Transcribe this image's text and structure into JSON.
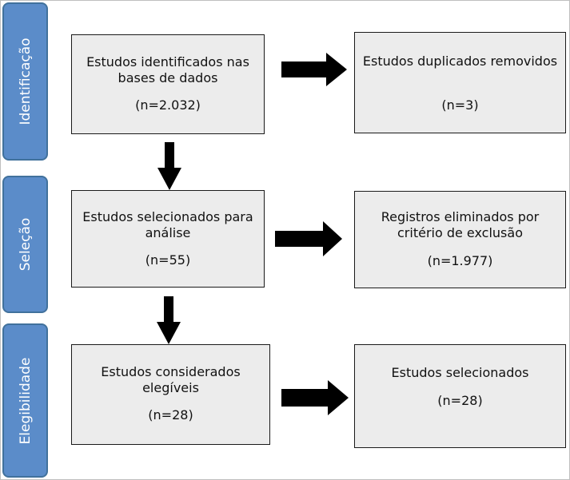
{
  "phases": [
    {
      "label": "Identificação"
    },
    {
      "label": "Seleção"
    },
    {
      "label": "Elegibilidade"
    }
  ],
  "boxes": {
    "identified": {
      "title": "Estudos identificados nas bases de dados",
      "count": "(n=2.032)"
    },
    "duplicates": {
      "title": "Estudos duplicados removidos",
      "count": "(n=3)"
    },
    "selected_analysis": {
      "title": "Estudos selecionados para análise",
      "count": "(n=55)"
    },
    "excluded": {
      "title": "Registros eliminados por critério de exclusão",
      "count": "(n=1.977)"
    },
    "eligible": {
      "title": "Estudos considerados elegíveis",
      "count": "(n=28)"
    },
    "final": {
      "title": "Estudos selecionados",
      "count": "(n=28)"
    }
  },
  "colors": {
    "phase_fill": "#5b8cc9",
    "box_fill": "#ececec",
    "arrow": "#000000"
  }
}
